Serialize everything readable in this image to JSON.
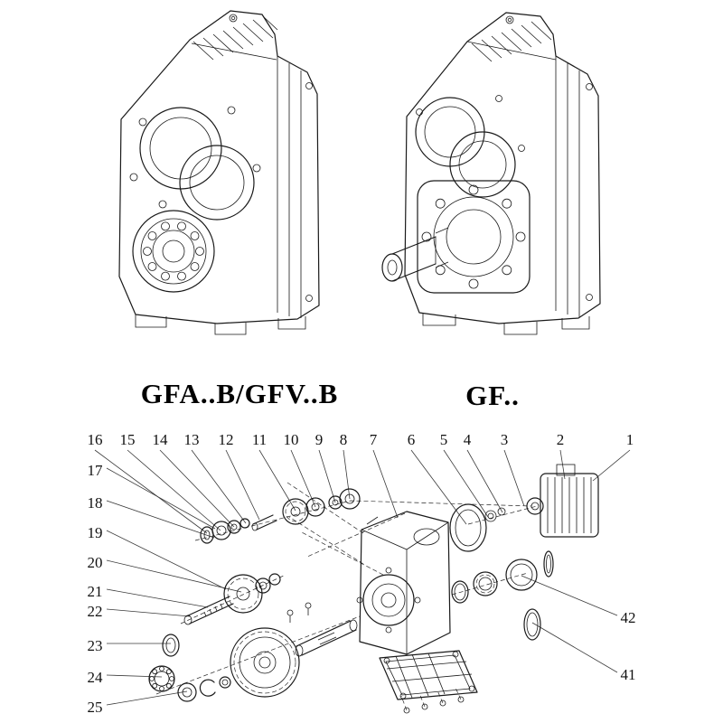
{
  "models": {
    "left": "GFA..B/GFV..B",
    "right": "GF.."
  },
  "callouts": {
    "top": [
      "16",
      "15",
      "14",
      "13",
      "12",
      "11",
      "10",
      "9",
      "8",
      "7",
      "6",
      "5",
      "4",
      "3",
      "2",
      "1"
    ],
    "left": [
      "17",
      "18",
      "19",
      "20",
      "21",
      "22",
      "23",
      "24",
      "25"
    ],
    "right": [
      "42",
      "41"
    ]
  },
  "colors": {
    "ink": "#1a1a1a",
    "background": "#ffffff"
  }
}
